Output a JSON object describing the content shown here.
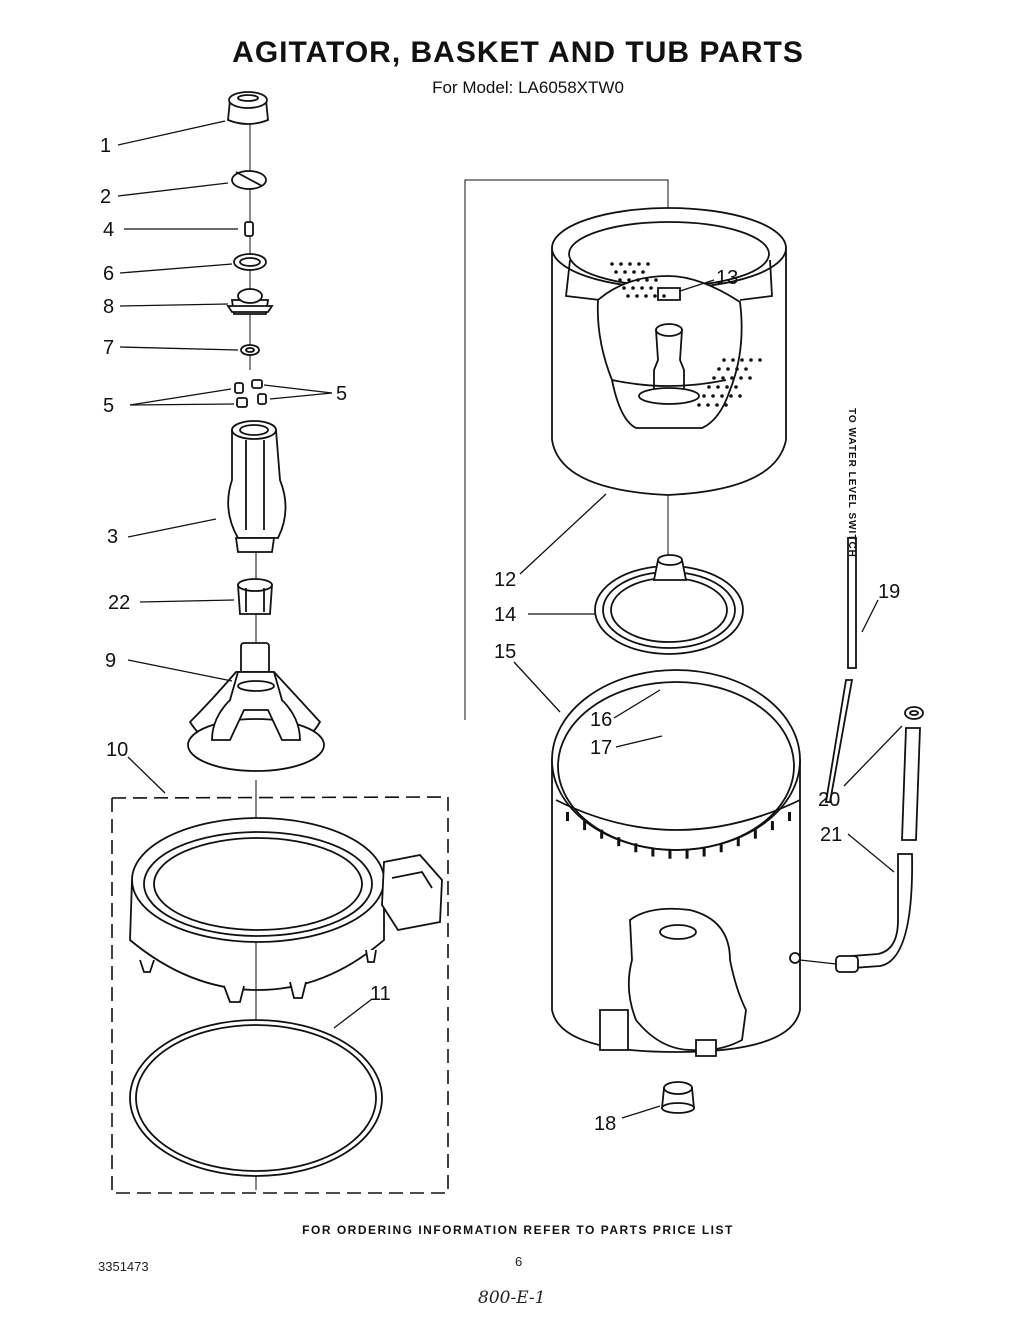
{
  "title": "AGITATOR, BASKET AND TUB PARTS",
  "subtitle": "For Model: LA6058XTW0",
  "footer": "FOR ORDERING INFORMATION REFER TO PARTS PRICE LIST",
  "doc_number": "3351473",
  "page_number": "6",
  "handwritten_note": "800-E-1",
  "side_note": "TO WATER LEVEL SWITCH",
  "callouts": {
    "c1": "1",
    "c2": "2",
    "c4": "4",
    "c6": "6",
    "c8": "8",
    "c7": "7",
    "c5a": "5",
    "c5b": "5",
    "c3": "3",
    "c22": "22",
    "c9": "9",
    "c10": "10",
    "c11": "11",
    "c12": "12",
    "c13": "13",
    "c14": "14",
    "c15": "15",
    "c16": "16",
    "c17": "17",
    "c18": "18",
    "c19": "19",
    "c20": "20",
    "c21": "21"
  }
}
